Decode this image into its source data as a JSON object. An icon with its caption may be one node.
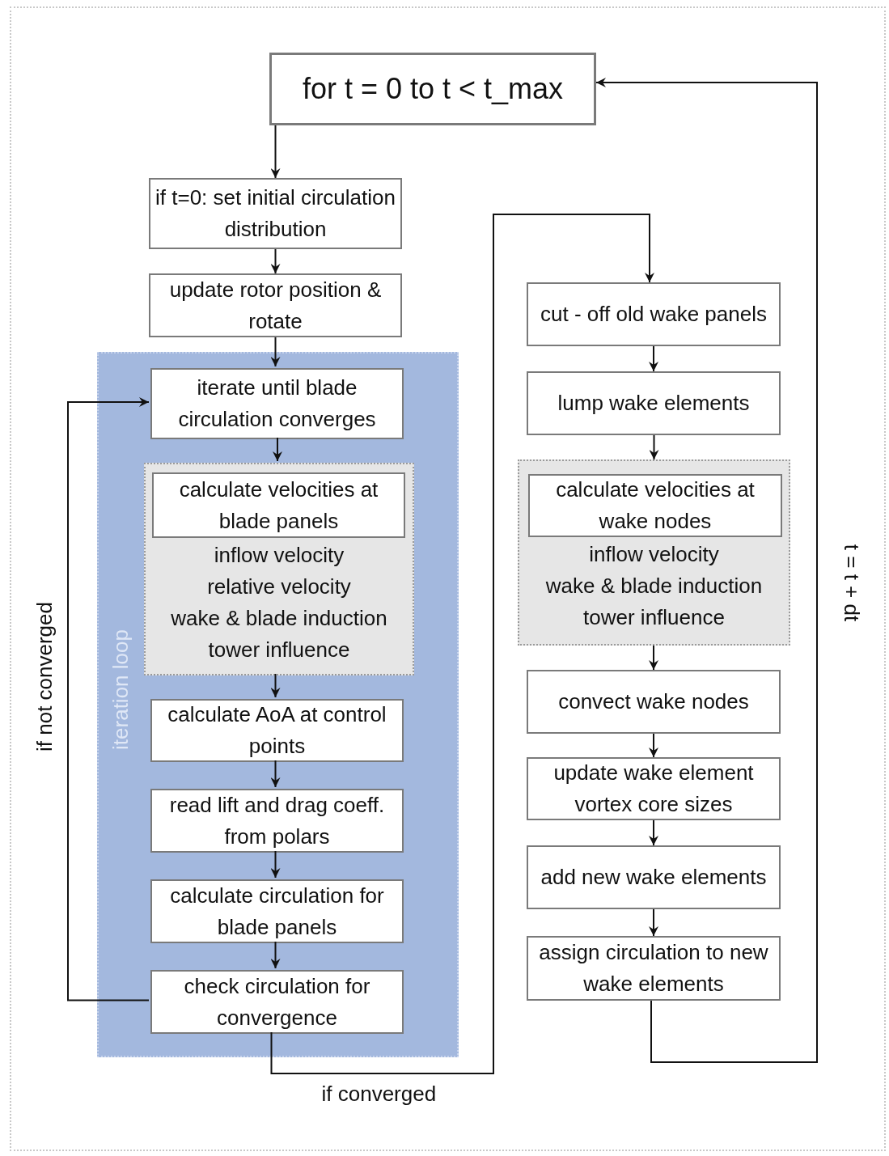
{
  "diagram": {
    "nodes": [
      {
        "text": [
          "for t = 0 to t < t_max"
        ]
      },
      {
        "text": [
          "if t=0: set initial circulation distribution"
        ]
      },
      {
        "text": [
          "update rotor position & rotate"
        ]
      },
      {
        "text": [
          "iteration loop"
        ]
      },
      {
        "text": [
          "iterate until blade circulation converges"
        ],
        "in": 3
      },
      {
        "text": [
          "inflow velocity",
          "relative velocity",
          "wake & blade induction",
          "tower influence"
        ],
        "in": 3
      },
      {
        "text": [
          "calculate velocities at blade panels"
        ],
        "in": 5
      },
      {
        "text": [
          "calculate AoA at control points"
        ],
        "in": 3
      },
      {
        "text": [
          "read lift and drag coeff. from polars"
        ],
        "in": 3
      },
      {
        "text": [
          "calculate circulation for blade panels"
        ],
        "in": 3
      },
      {
        "text": [
          "check circulation for convergence"
        ],
        "in": 3
      },
      {
        "text": [
          "cut - off old wake panels"
        ]
      },
      {
        "text": [
          "lump wake elements"
        ]
      },
      {
        "text": [
          "inflow velocity",
          "wake & blade induction",
          "tower influence"
        ]
      },
      {
        "text": [
          "calculate velocities at wake nodes"
        ],
        "in": 13
      },
      {
        "text": [
          "convect wake nodes"
        ]
      },
      {
        "text": [
          "update wake element vortex core sizes"
        ]
      },
      {
        "text": [
          "add new wake elements"
        ]
      },
      {
        "text": [
          "assign circulation to new wake elements"
        ]
      }
    ],
    "edges": [
      {
        "from": 0,
        "to": 1,
        "arrow": "to"
      },
      {
        "from": 1,
        "to": 2,
        "arrow": "to"
      },
      {
        "from": 2,
        "to": 4,
        "arrow": "to"
      },
      {
        "from": 4,
        "to": 5,
        "arrow": "to"
      },
      {
        "from": 5,
        "to": 7,
        "arrow": "to"
      },
      {
        "from": 7,
        "to": 8,
        "arrow": "to"
      },
      {
        "from": 8,
        "to": 9,
        "arrow": "to"
      },
      {
        "from": 9,
        "to": 10,
        "arrow": "to"
      },
      {
        "from": 10,
        "to": 4,
        "arrow": "to",
        "label": "if not converged"
      },
      {
        "from": 10,
        "to": 11,
        "arrow": "to",
        "label": "if converged"
      },
      {
        "from": 11,
        "to": 12,
        "arrow": "to"
      },
      {
        "from": 12,
        "to": 13,
        "arrow": "to"
      },
      {
        "from": 13,
        "to": 15,
        "arrow": "to"
      },
      {
        "from": 15,
        "to": 16,
        "arrow": "to"
      },
      {
        "from": 16,
        "to": 17,
        "arrow": "to"
      },
      {
        "from": 17,
        "to": 18,
        "arrow": "to"
      },
      {
        "from": 18,
        "to": 0,
        "arrow": "to",
        "label": "t = t + dt"
      }
    ]
  }
}
